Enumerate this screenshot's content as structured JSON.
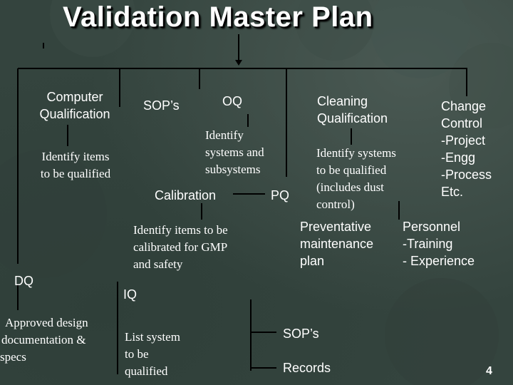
{
  "title": "Validation Master Plan",
  "nodes": {
    "computer_qualification": [
      "Computer",
      "Qualification"
    ],
    "computer_detail": [
      "Identify items",
      "to be qualified"
    ],
    "dq": "DQ",
    "dq_detail": [
      "Approved design",
      "documentation &",
      "specs"
    ],
    "sops_top": "SOP’s",
    "oq": "OQ",
    "oq_detail": [
      "Identify",
      "systems and",
      "subsystems"
    ],
    "calibration": "Calibration",
    "calibration_detail": [
      "Identify items to be",
      "calibrated for GMP",
      "and safety"
    ],
    "pq": "PQ",
    "iq": "IQ",
    "iq_detail": [
      "List system",
      "to be",
      "qualified"
    ],
    "cleaning_qualification": [
      "Cleaning",
      "Qualification"
    ],
    "cleaning_detail": [
      "Identify systems",
      "to be qualified",
      "(includes dust",
      "control)"
    ],
    "preventative": [
      "Preventative",
      "maintenance",
      "plan"
    ],
    "sops_bottom": "SOP’s",
    "records": "Records",
    "change_control": [
      "Change",
      "Control",
      "-Project",
      "-Engg",
      "-Process",
      "Etc."
    ],
    "personnel": [
      "Personnel",
      "-Training",
      "- Experience"
    ]
  },
  "page_number": "4",
  "colors": {
    "background": "#34443e",
    "text": "#ffffff",
    "connector": "#000000"
  }
}
